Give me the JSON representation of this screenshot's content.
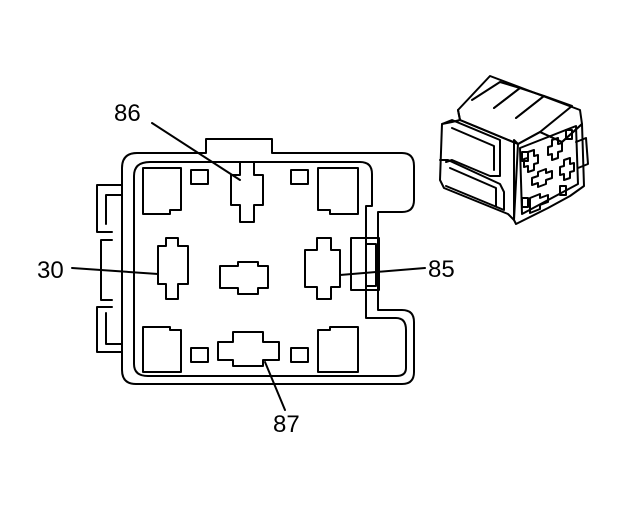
{
  "labels": {
    "pin_86": "86",
    "pin_30": "30",
    "pin_85": "85",
    "pin_87": "87"
  },
  "colors": {
    "line": "#000000",
    "background": "#ffffff"
  }
}
